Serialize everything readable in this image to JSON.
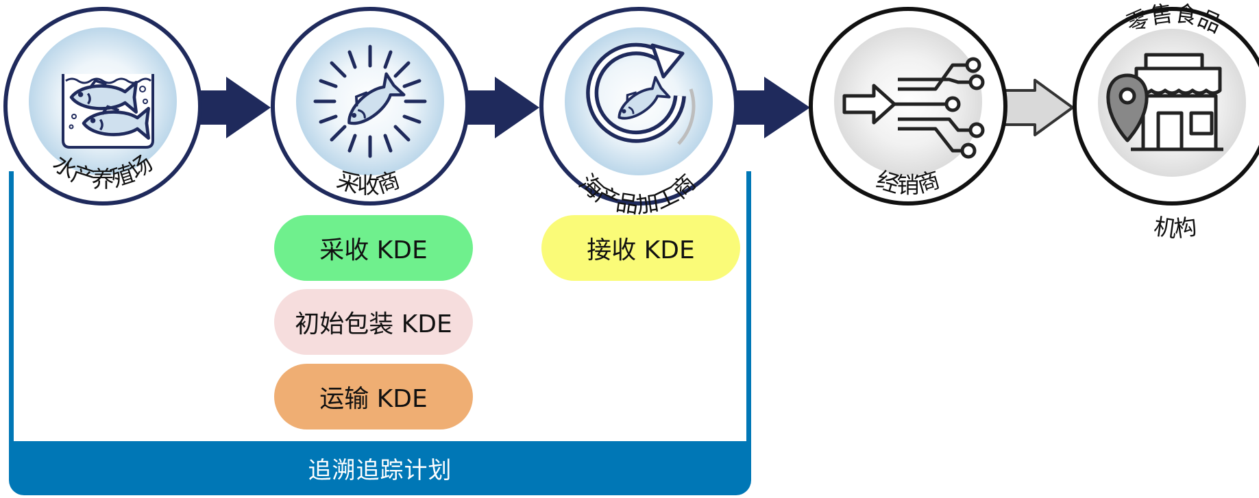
{
  "colors": {
    "navy": "#1f2a5c",
    "program_blue": "#0077b6",
    "gray_arrow": "#d9d9d9",
    "kde_harvest": "#6ff08d",
    "kde_pack": "#f6dddd",
    "kde_ship": "#efae73",
    "kde_receive": "#fafb78"
  },
  "nodes": [
    {
      "label": "水产养殖场",
      "icon": "fish-tank-icon"
    },
    {
      "label": "采收商",
      "icon": "fish-burst-icon"
    },
    {
      "label": "海产品加工商",
      "icon": "fish-cycle-icon"
    },
    {
      "label": "经销商",
      "icon": "distribution-circuit-icon"
    },
    {
      "label": "机构",
      "top_label": "零售食品",
      "icon": "storefront-pin-icon"
    }
  ],
  "kdes": {
    "harvest": "采收 KDE",
    "initial_packing": "初始包装 KDE",
    "shipping": "运输 KDE",
    "receiving": "接收 KDE"
  },
  "program": {
    "label": "追溯追踪计划"
  }
}
